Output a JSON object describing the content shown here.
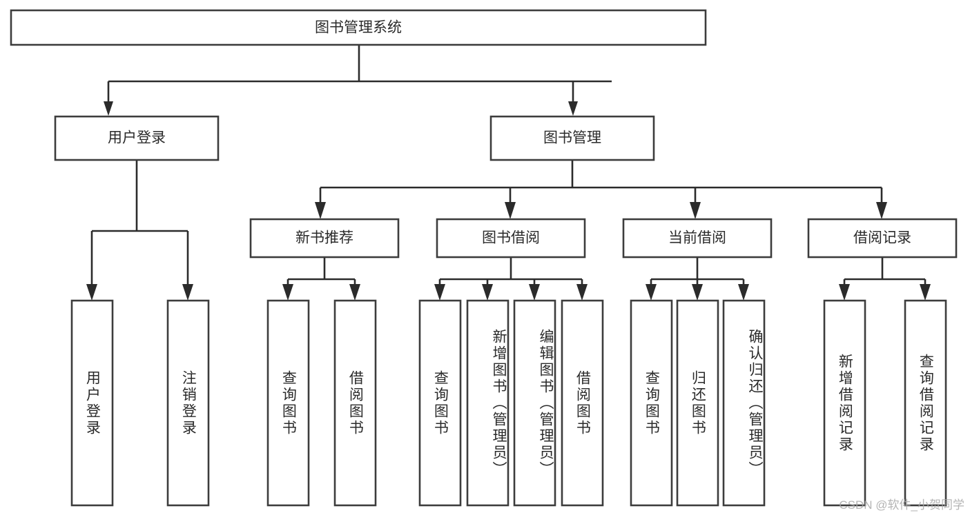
{
  "diagram": {
    "title": "图书管理系统",
    "type": "hierarchy-tree",
    "orientation": "top-down",
    "colors": {
      "box_stroke": "#3c3c3c",
      "box_fill": "#ffffff",
      "connector": "#2b2b2b",
      "text": "#2a2a2a",
      "background": "#ffffff",
      "watermark": "#a8a8a8"
    }
  },
  "nodes": {
    "root": {
      "label": "图书管理系统",
      "orientation": "horizontal"
    },
    "level2": [
      {
        "id": "user-login",
        "label": "用户登录",
        "orientation": "horizontal"
      },
      {
        "id": "book-management",
        "label": "图书管理",
        "orientation": "horizontal"
      }
    ],
    "level3": [
      {
        "id": "new-book-recommend",
        "label": "新书推荐",
        "orientation": "horizontal"
      },
      {
        "id": "book-borrow",
        "label": "图书借阅",
        "orientation": "horizontal"
      },
      {
        "id": "current-borrow",
        "label": "当前借阅",
        "orientation": "horizontal"
      },
      {
        "id": "borrow-record",
        "label": "借阅记录",
        "orientation": "horizontal"
      }
    ],
    "leaves": [
      {
        "id": "leaf-user-login",
        "label": "用户登录",
        "parent": "user-login",
        "orientation": "vertical"
      },
      {
        "id": "leaf-user-logout",
        "label": "注销登录",
        "parent": "user-login",
        "orientation": "vertical"
      },
      {
        "id": "leaf-query-book-1",
        "label": "查询图书",
        "parent": "new-book-recommend",
        "orientation": "vertical"
      },
      {
        "id": "leaf-borrow-book-1",
        "label": "借阅图书",
        "parent": "new-book-recommend",
        "orientation": "vertical"
      },
      {
        "id": "leaf-query-book-2",
        "label": "查询图书",
        "parent": "book-borrow",
        "orientation": "vertical"
      },
      {
        "id": "leaf-add-book",
        "label": "新增图书（管理员）",
        "parent": "book-borrow",
        "orientation": "vertical"
      },
      {
        "id": "leaf-edit-book",
        "label": "编辑图书（管理员）",
        "parent": "book-borrow",
        "orientation": "vertical"
      },
      {
        "id": "leaf-borrow-book-2",
        "label": "借阅图书",
        "parent": "book-borrow",
        "orientation": "vertical"
      },
      {
        "id": "leaf-query-book-3",
        "label": "查询图书",
        "parent": "current-borrow",
        "orientation": "vertical"
      },
      {
        "id": "leaf-return-book",
        "label": "归还图书",
        "parent": "current-borrow",
        "orientation": "vertical"
      },
      {
        "id": "leaf-confirm-return",
        "label": "确认归还（管理员）",
        "parent": "current-borrow",
        "orientation": "vertical"
      },
      {
        "id": "leaf-add-record",
        "label": "新增借阅记录",
        "parent": "borrow-record",
        "orientation": "vertical"
      },
      {
        "id": "leaf-query-record",
        "label": "查询借阅记录",
        "parent": "borrow-record",
        "orientation": "vertical"
      }
    ]
  },
  "watermark": {
    "text": "CSDN @软件_小贺同学"
  }
}
